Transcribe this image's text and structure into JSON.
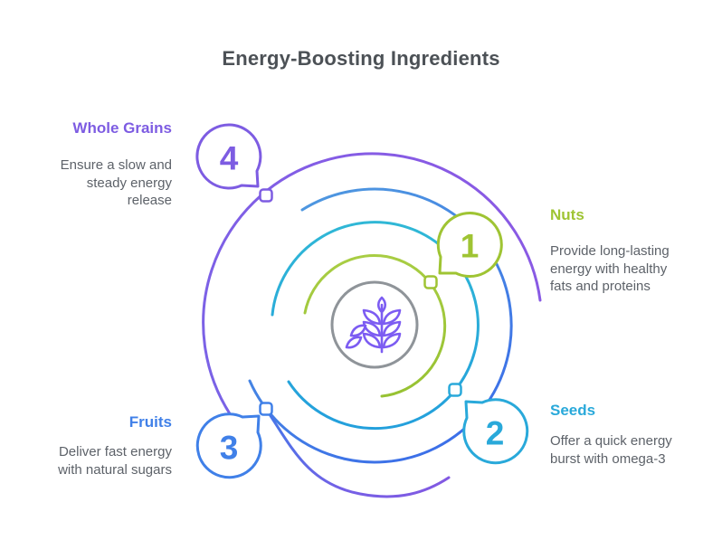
{
  "title": "Energy-Boosting Ingredients",
  "items": [
    {
      "number": "1",
      "label": "Nuts",
      "description": "Provide long-lasting energy with healthy fats and proteins",
      "color": "#9fc433"
    },
    {
      "number": "2",
      "label": "Seeds",
      "description": "Offer a quick energy burst with omega-3",
      "color": "#29a9da"
    },
    {
      "number": "3",
      "label": "Fruits",
      "description": "Deliver fast energy with natural sugars",
      "color": "#4080e8"
    },
    {
      "number": "4",
      "label": "Whole Grains",
      "description": "Ensure a slow and steady energy release",
      "color": "#7d5ce2"
    }
  ],
  "center": {
    "icon": "wheat-icon",
    "ring_color": "#8f9499",
    "icon_color": "#7c5cf2"
  },
  "style": {
    "background": "#ffffff",
    "title_color": "#4c5156",
    "body_text_color": "#5d6269"
  }
}
